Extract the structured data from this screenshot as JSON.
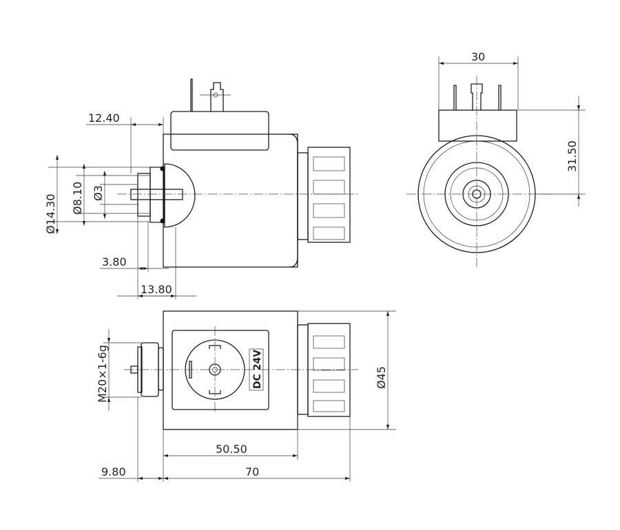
{
  "drawing": {
    "side_view": {
      "dim_12_40": "12.40",
      "dim_dia_14_30": "Ø14.30",
      "dim_dia_8_10": "Ø8.10",
      "dim_dia_3": "Ø3",
      "dim_3_80": "3.80",
      "dim_13_80": "13.80"
    },
    "end_view": {
      "dim_30": "30",
      "dim_31_50": "31.50"
    },
    "top_view": {
      "thread": "M20×1-6g",
      "voltage_label": "DC 24V",
      "dim_dia_45": "Ø45",
      "dim_50_50": "50.50",
      "dim_70": "70",
      "dim_9_80": "9.80"
    }
  }
}
